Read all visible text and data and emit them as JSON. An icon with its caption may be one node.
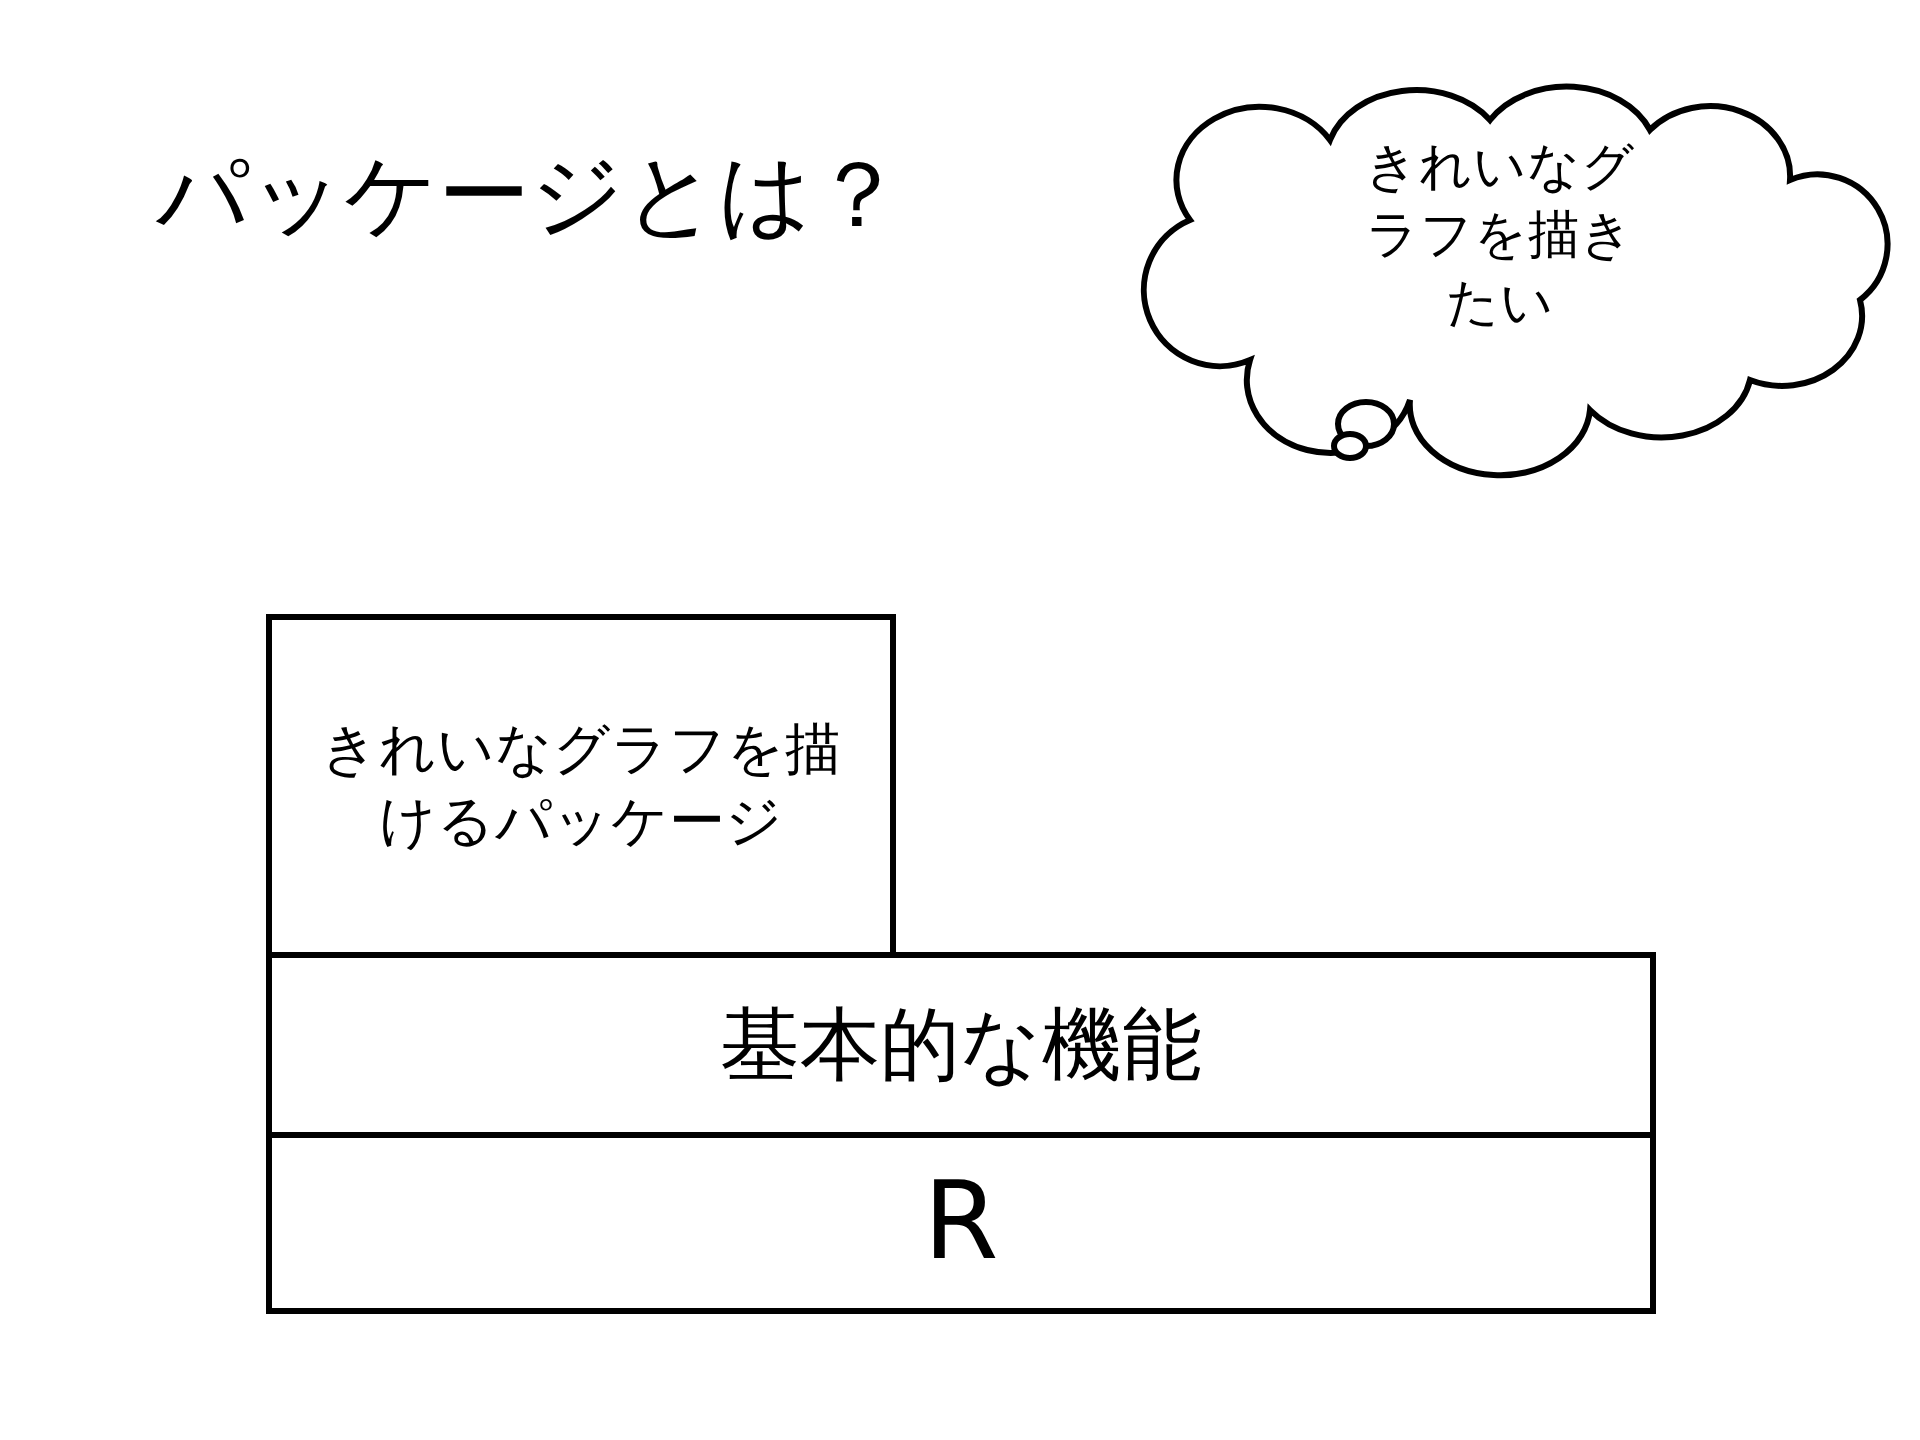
{
  "diagram": {
    "title": "パッケージとは？",
    "nodes": [
      {
        "text": [
          "きれいなグラフを描きたい"
        ]
      },
      {
        "text": [
          "きれいなグラフを描けるパッケージ"
        ]
      },
      {
        "text": [
          "基本的な機能"
        ]
      },
      {
        "text": [
          "R"
        ]
      }
    ]
  }
}
